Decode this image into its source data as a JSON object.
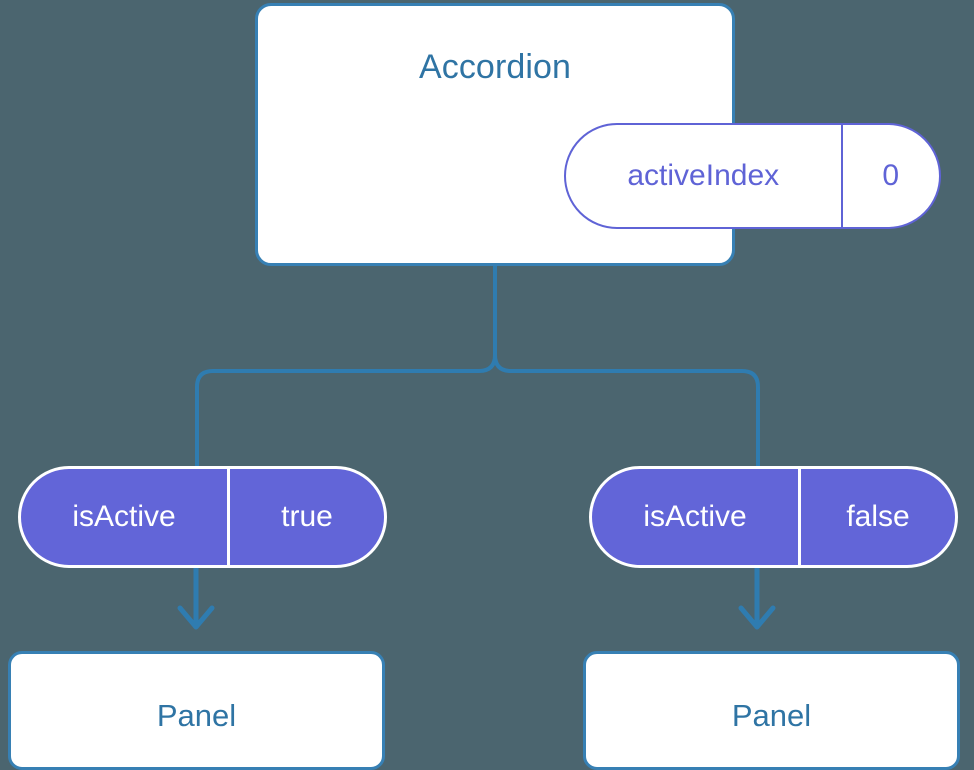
{
  "theme": {
    "background": "#4b656f",
    "card_border": "#3780b4",
    "card_fill": "#ffffff",
    "card_text": "#2f74a4",
    "pill_accent": "#5f63d6",
    "pill_fill": "#6265d8",
    "pill_text_on_fill": "#ffffff",
    "connector": "#2f7cb0"
  },
  "diagram": {
    "type": "component-tree",
    "root": {
      "id": "accordion",
      "title": "Accordion",
      "state_pill": {
        "key": "activeIndex",
        "value": "0"
      }
    },
    "branches": [
      {
        "id": "branch-left",
        "prop_pill": {
          "key": "isActive",
          "value": "true"
        },
        "child": {
          "id": "panel-left",
          "title": "Panel"
        }
      },
      {
        "id": "branch-right",
        "prop_pill": {
          "key": "isActive",
          "value": "false"
        },
        "child": {
          "id": "panel-right",
          "title": "Panel"
        }
      }
    ]
  }
}
